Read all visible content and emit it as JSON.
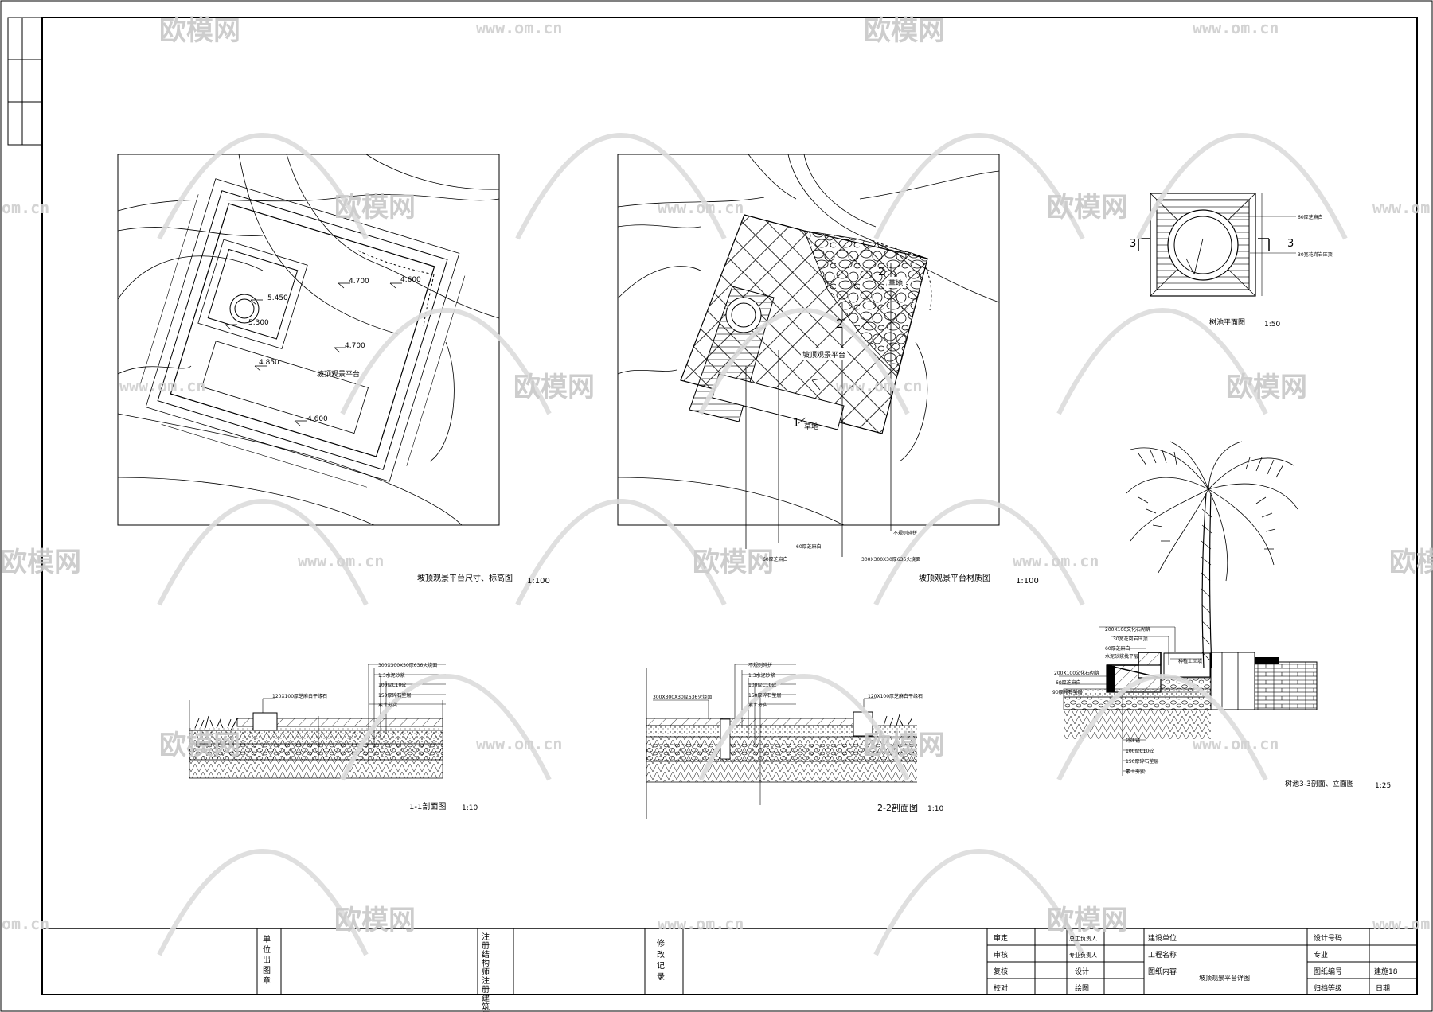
{
  "watermark": {
    "brand": "欧模网",
    "url": "www.om.cn",
    "short": "om.cn"
  },
  "plan1": {
    "platform_label": "坡顶观景平台",
    "elevations": [
      "4.700",
      "4.600",
      "5.450",
      "5.300",
      "4.700",
      "4.850",
      "4.600"
    ],
    "title": "坡顶观景平台尺寸、标高图",
    "scale": "1:100"
  },
  "plan2": {
    "platform_label": "坡顶观景平台",
    "grass_labels": [
      "草地",
      "草地"
    ],
    "section_marks": [
      "1",
      "2",
      "2"
    ],
    "callouts": [
      "60厚芝麻白",
      "60厚芝麻白",
      "300X300X30厚636火烧面",
      "不规则碎拼"
    ],
    "title": "坡顶观景平台材质图",
    "scale": "1:100"
  },
  "tree_pool_plan": {
    "marks": [
      "3",
      "3"
    ],
    "callouts": [
      "60厚芝麻白",
      "30宽花岗岩压顶"
    ],
    "title": "树池平面图",
    "scale": "1:50"
  },
  "section1": {
    "callouts": [
      "300X300X30厚636火烧面",
      "1:3水泥砂浆",
      "100厚C10砼",
      "150厚碎石垫层",
      "素土夯实",
      "120X100厚芝麻白平缘石"
    ],
    "title": "1-1剖面图",
    "scale": "1:10"
  },
  "section2": {
    "callouts": [
      "不规则碎拼",
      "1:3水泥砂浆",
      "100厚C10砼",
      "150厚碎石垫层",
      "素土夯实",
      "300X300X30厚636火烧面",
      "120X100厚芝麻白平缘石"
    ],
    "title": "2-2剖面图",
    "scale": "1:10"
  },
  "section3": {
    "callouts_top": [
      "200X100文化石砌筑",
      "30宽花岗岩压顶",
      "60厚芝麻白",
      "水泥砂浆找平层",
      "种植土回填"
    ],
    "callouts_left": [
      "200X100文化石砌筑",
      "60厚芝麻白",
      "90厚碎石垫层"
    ],
    "callouts_bottom": [
      "碎砖铺",
      "100厚C10砼",
      "150厚碎石垫层",
      "素土夯实"
    ],
    "title": "树池3-3剖面、立面图",
    "scale": "1:25"
  },
  "title_block": {
    "unit_seal": "单位出图章",
    "reg_seal": "注册结构师注册建筑师印章",
    "revision": "修改记录",
    "rows": [
      {
        "role": "审定",
        "person": "总工负责人"
      },
      {
        "role": "审核",
        "person": "专业负责人"
      },
      {
        "role": "复核",
        "person": "设计"
      },
      {
        "role": "校对",
        "person": "绘图"
      }
    ],
    "client_label": "建设单位",
    "project_label": "工程名称",
    "content_label": "图纸内容",
    "content_value": "坡顶观景平台详图",
    "right_labels": [
      "设计号码",
      "专业",
      "图纸编号",
      "归档等级"
    ],
    "drawing_no": "建施18",
    "date_label": "日期"
  }
}
